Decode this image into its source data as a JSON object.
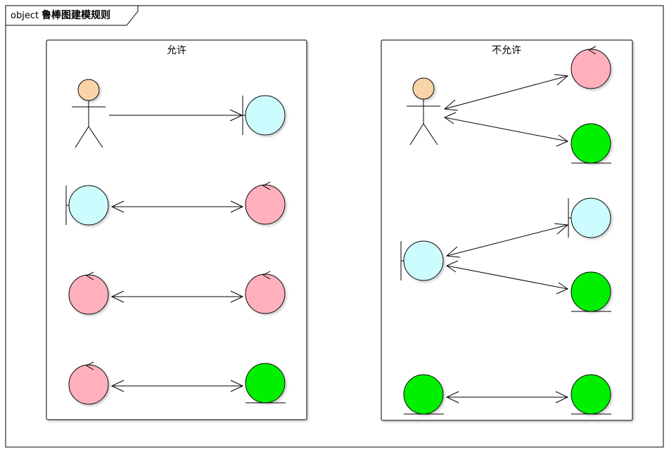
{
  "frame": {
    "keyword": "object",
    "name": "鲁棒图建模规则"
  },
  "boxes": [
    {
      "title": "允许"
    },
    {
      "title": "不允许"
    }
  ],
  "colors": {
    "actor_head": "#f8d4a8",
    "boundary": "#ccfcfd",
    "control": "#ffb0bc",
    "entity": "#00f000",
    "line": "#000000",
    "shadow": "#c8c8c8"
  },
  "element_types": {
    "actor": "actor-icon",
    "boundary": "boundary-icon",
    "control": "control-icon",
    "entity": "entity-icon"
  },
  "connections": [
    {
      "from": "actor",
      "to": "boundary",
      "arrows": "to"
    },
    {
      "from": "boundary",
      "to": "control",
      "arrows": "both"
    },
    {
      "from": "control",
      "to": "control",
      "arrows": "both"
    },
    {
      "from": "control",
      "to": "entity",
      "arrows": "both"
    },
    {
      "from": "actor",
      "to": "control",
      "arrows": "both"
    },
    {
      "from": "actor",
      "to": "entity",
      "arrows": "both"
    },
    {
      "from": "boundary",
      "to": "boundary",
      "arrows": "both"
    },
    {
      "from": "boundary",
      "to": "entity",
      "arrows": "both"
    },
    {
      "from": "entity",
      "to": "entity",
      "arrows": "both"
    }
  ]
}
